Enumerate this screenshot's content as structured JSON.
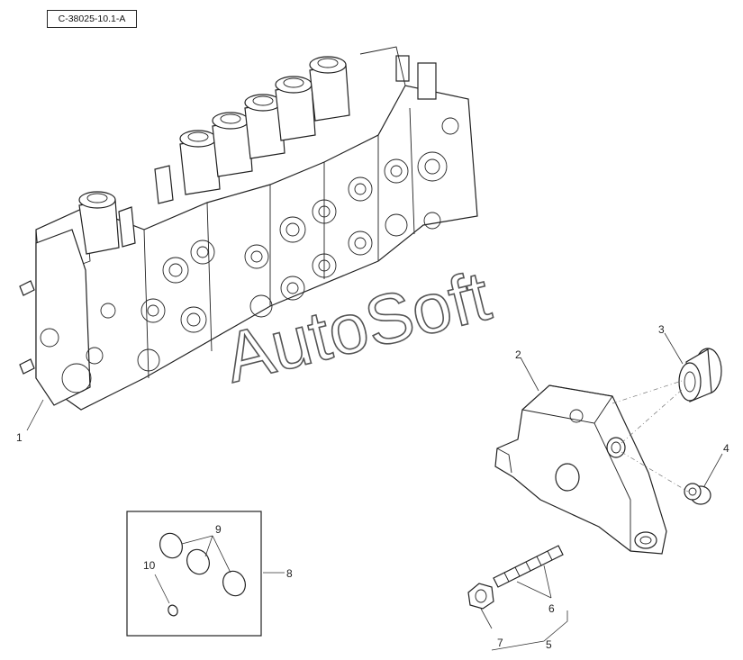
{
  "diagram": {
    "reference_code": "C-38025-10.1-A",
    "watermark": "AutoSoft",
    "callouts": [
      {
        "id": "1",
        "label": "1"
      },
      {
        "id": "2",
        "label": "2"
      },
      {
        "id": "3",
        "label": "3"
      },
      {
        "id": "4",
        "label": "4"
      },
      {
        "id": "5",
        "label": "5"
      },
      {
        "id": "6",
        "label": "6"
      },
      {
        "id": "7",
        "label": "7"
      },
      {
        "id": "8",
        "label": "8"
      },
      {
        "id": "9",
        "label": "9"
      },
      {
        "id": "10",
        "label": "10"
      }
    ]
  }
}
